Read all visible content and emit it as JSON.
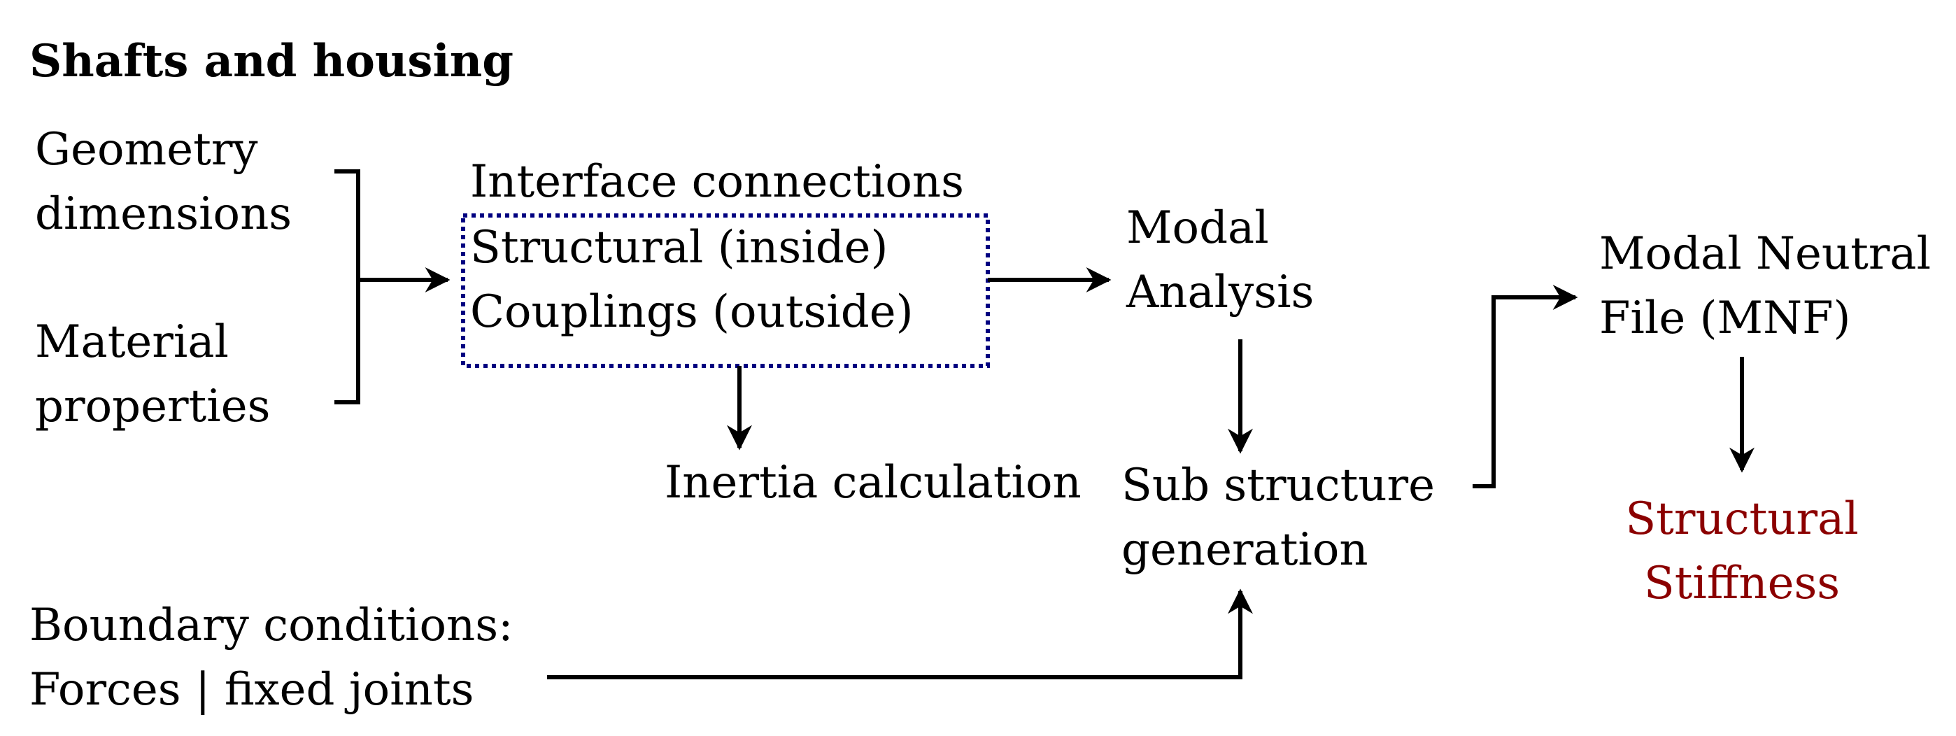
{
  "title": "Shafts and housing",
  "inputs": {
    "geometry": [
      "Geometry",
      "dimensions"
    ],
    "material": [
      "Material",
      "properties"
    ]
  },
  "interface": {
    "heading": "Interface connections",
    "lines": [
      "Structural (inside)",
      "Couplings (outside)"
    ]
  },
  "inertia": "Inertia calculation",
  "modal_analysis": [
    "Modal",
    "Analysis"
  ],
  "sub_structure": [
    "Sub structure",
    "generation"
  ],
  "mnf": [
    "Modal Neutral",
    "File (MNF)"
  ],
  "result": [
    "Structural",
    "Stiffness"
  ],
  "boundary": [
    "Boundary conditions:",
    "Forces | fixed joints"
  ],
  "colors": {
    "text": "#000000",
    "dotted_box": "#000080",
    "result": "#8b0000"
  }
}
